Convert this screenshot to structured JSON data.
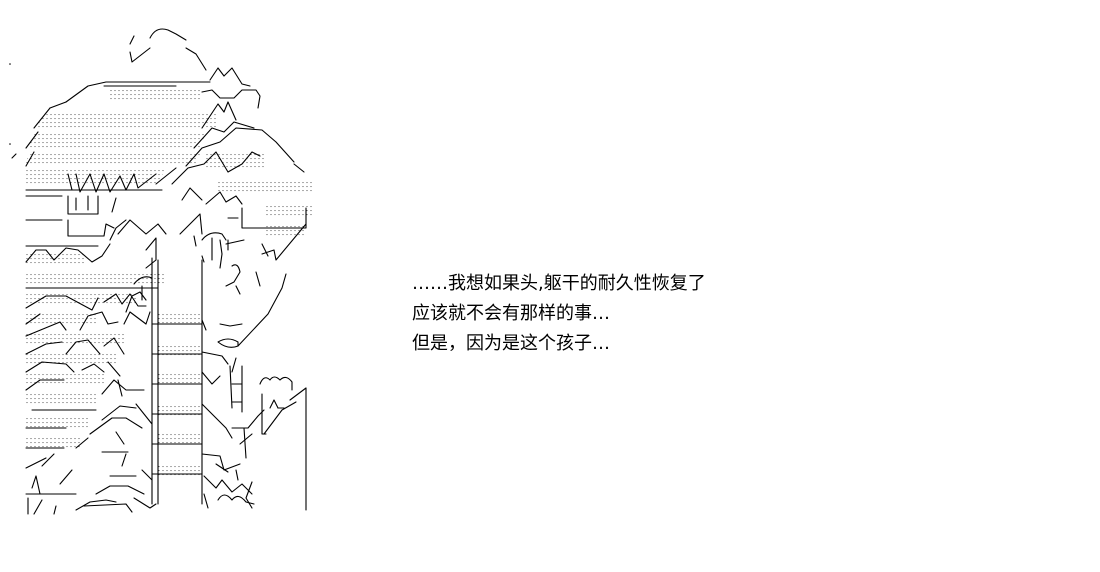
{
  "narration": {
    "lines": [
      "……我想如果头,躯干的耐久性恢复了",
      "应该就不会有那样的事…",
      "但是，因为是这个孩子…"
    ]
  },
  "colors": {
    "background": "#ffffff",
    "ink": "#000000"
  },
  "art": {
    "subject": "ascii-art-character-with-hat"
  }
}
